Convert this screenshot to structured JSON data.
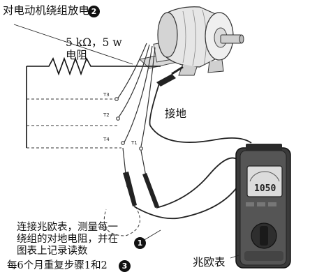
{
  "labels": {
    "discharge": "对电动机绕组放电",
    "resistor_value": "5 kΩ，5 w",
    "resistor_name": "电阻",
    "ground": "接地",
    "instruction_line1": "连接兆欧表，测量每一",
    "instruction_line2": "绕组的对地电阻，并在",
    "instruction_line3": "图表上记录读数",
    "repeat": "每6个月重复步骤1和2",
    "megohmmeter": "兆欧表"
  },
  "steps": {
    "one": "1",
    "two": "2",
    "three": "3"
  },
  "terminals": {
    "t3": "T3",
    "t2": "T2",
    "t1": "T1",
    "t4": "T4"
  },
  "meter": {
    "reading": "1050"
  }
}
